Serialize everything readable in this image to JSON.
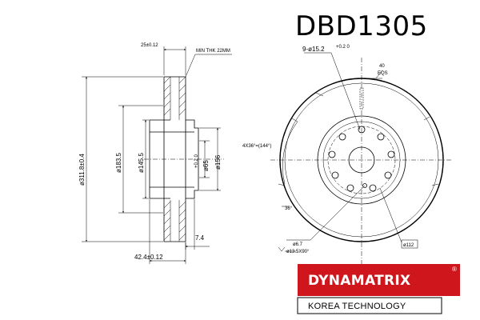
{
  "title": "DBD1305",
  "side_view": {
    "hub_thickness": "25±0.12",
    "min_thickness": "MIN THK 22MM",
    "outer_diameter": "ø311.8±0.4",
    "diameter_183": "ø183.5",
    "diameter_145": "ø145.5",
    "diameter_65": "ø65",
    "tolerance_65": "+0.2 0",
    "diameter_156": "ø156",
    "depth_7": "7.4",
    "total_height": "42.4±0.12"
  },
  "front_view": {
    "bolt_holes": "9-ø15.2",
    "bolt_holes_tol": "+0.2 0",
    "angle_label": "4X36°=(144°)",
    "eqs_count": "40",
    "eqs_label": "EQS",
    "angle_36": "36°",
    "small_hole": "ø6.7",
    "countersink": "ø13.5X90°",
    "pcd": "ø112"
  },
  "logo": {
    "brand": "DYNAMATRIX",
    "registered": "®",
    "tagline": "KOREA TECHNOLOGY",
    "brand_color": "#d0161d"
  }
}
